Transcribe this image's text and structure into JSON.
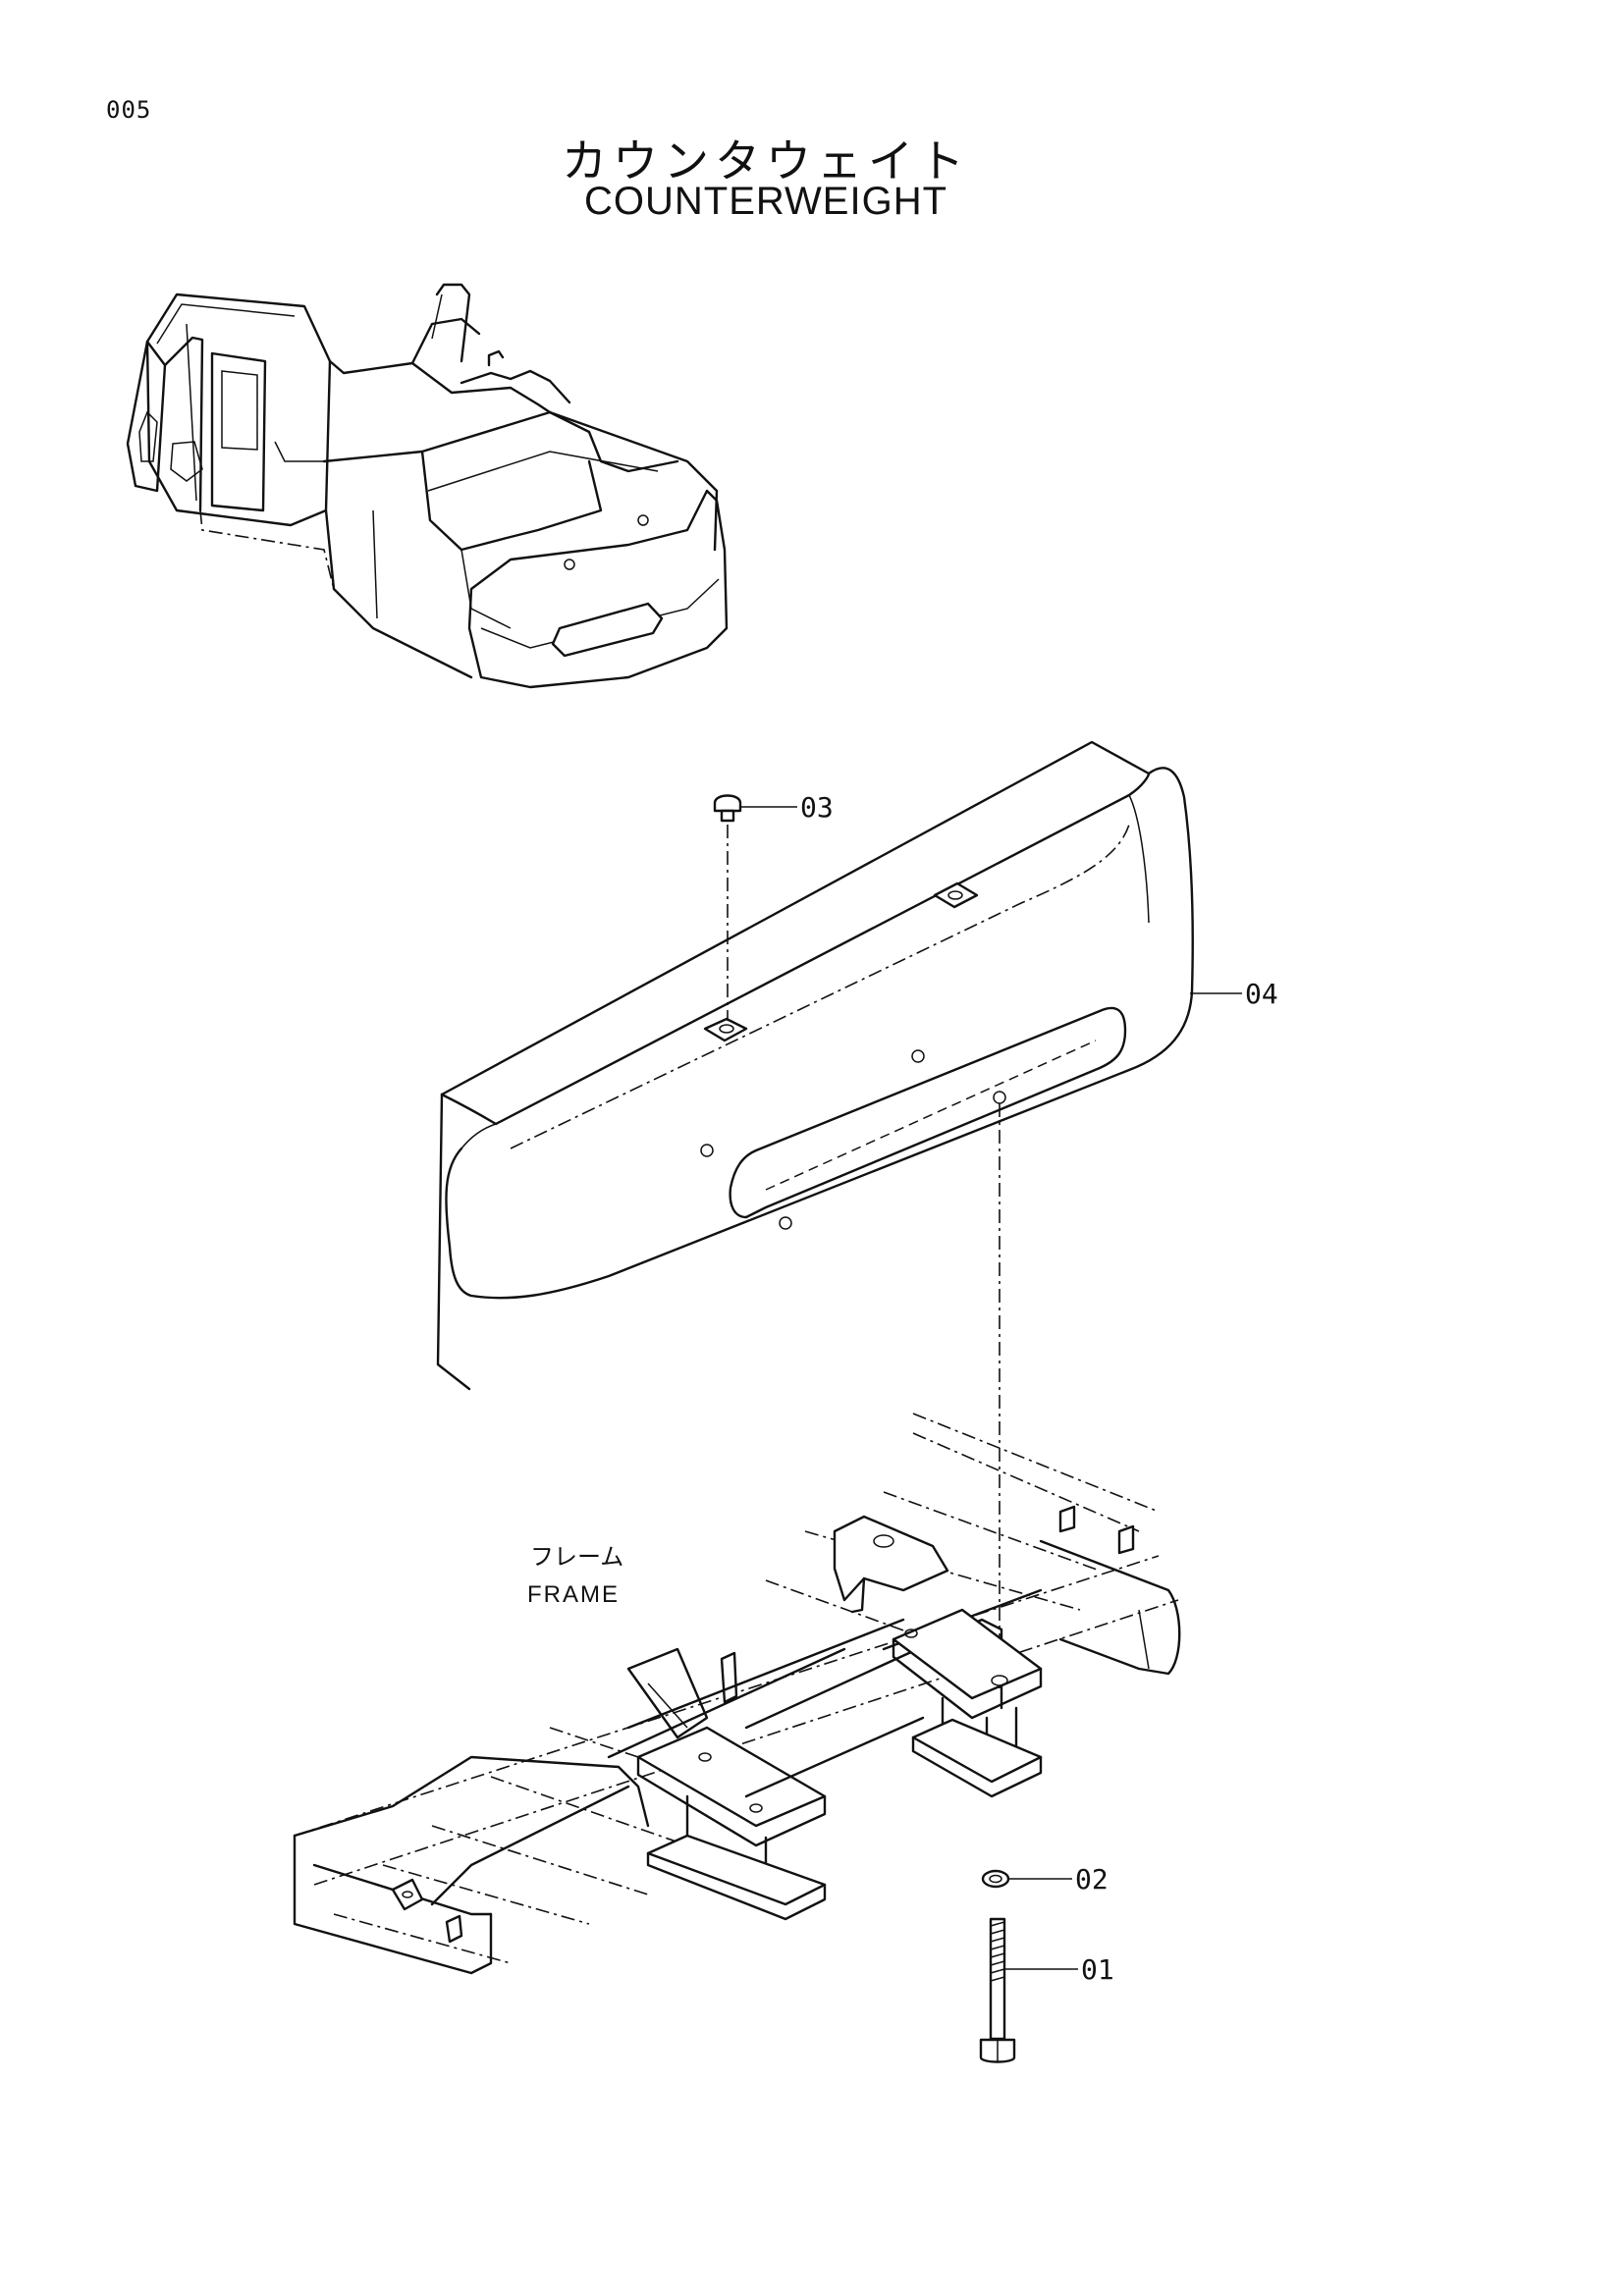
{
  "page": {
    "number": "005"
  },
  "title": {
    "japanese": "カウンタウェイト",
    "english": "COUNTERWEIGHT"
  },
  "frame_label": {
    "japanese": "フレーム",
    "english": "FRAME"
  },
  "callouts": [
    {
      "id": "03",
      "part": "cap"
    },
    {
      "id": "04",
      "part": "counterweight"
    },
    {
      "id": "02",
      "part": "washer"
    },
    {
      "id": "01",
      "part": "bolt"
    }
  ]
}
